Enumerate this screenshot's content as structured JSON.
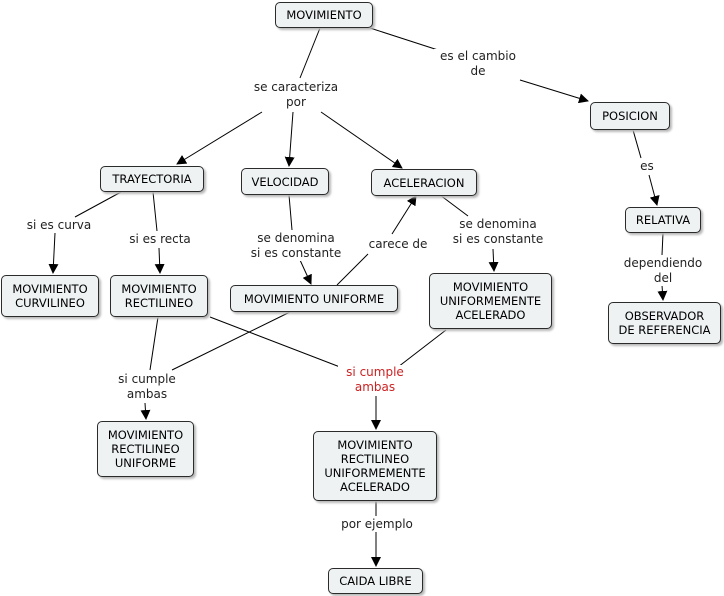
{
  "nodes": {
    "movimiento": "MOVIMIENTO",
    "posicion": "POSICION",
    "trayectoria": "TRAYECTORIA",
    "velocidad": "VELOCIDAD",
    "aceleracion": "ACELERACION",
    "relativa": "RELATIVA",
    "mov_curvilineo": "MOVIMIENTO\nCURVILINEO",
    "mov_rectilineo": "MOVIMIENTO\nRECTILINEO",
    "mov_uniforme": "MOVIMIENTO UNIFORME",
    "mov_unif_acelerado": "MOVIMIENTO\nUNIFORMEMENTE\nACELERADO",
    "observador": "OBSERVADOR\nDE REFERENCIA",
    "mru": "MOVIMIENTO\nRECTILINEO\nUNIFORME",
    "mrua": "MOVIMIENTO\nRECTILINEO\nUNIFORMEMENTE\nACELERADO",
    "caida_libre": "CAIDA LIBRE"
  },
  "labels": {
    "es_el_cambio_de": "es el cambio\nde",
    "se_caracteriza_por": "se caracteriza\npor",
    "es": "es",
    "si_es_curva": "si es curva",
    "si_es_recta": "si es recta",
    "se_denomina_vel": "se denomina\nsi es constante",
    "carece_de": "carece de",
    "se_denomina_acel": "se denomina\nsi es constante",
    "dependiendo_del": "dependiendo\ndel",
    "si_cumple_ambas_1": "si cumple\nambas",
    "si_cumple_ambas_2": "si cumple\nambas",
    "por_ejemplo": "por ejemplo"
  },
  "colors": {
    "node_fill": "#eef2f3",
    "node_border": "#2b2b2b",
    "line": "#000000",
    "highlight_label": "#cc2222"
  }
}
